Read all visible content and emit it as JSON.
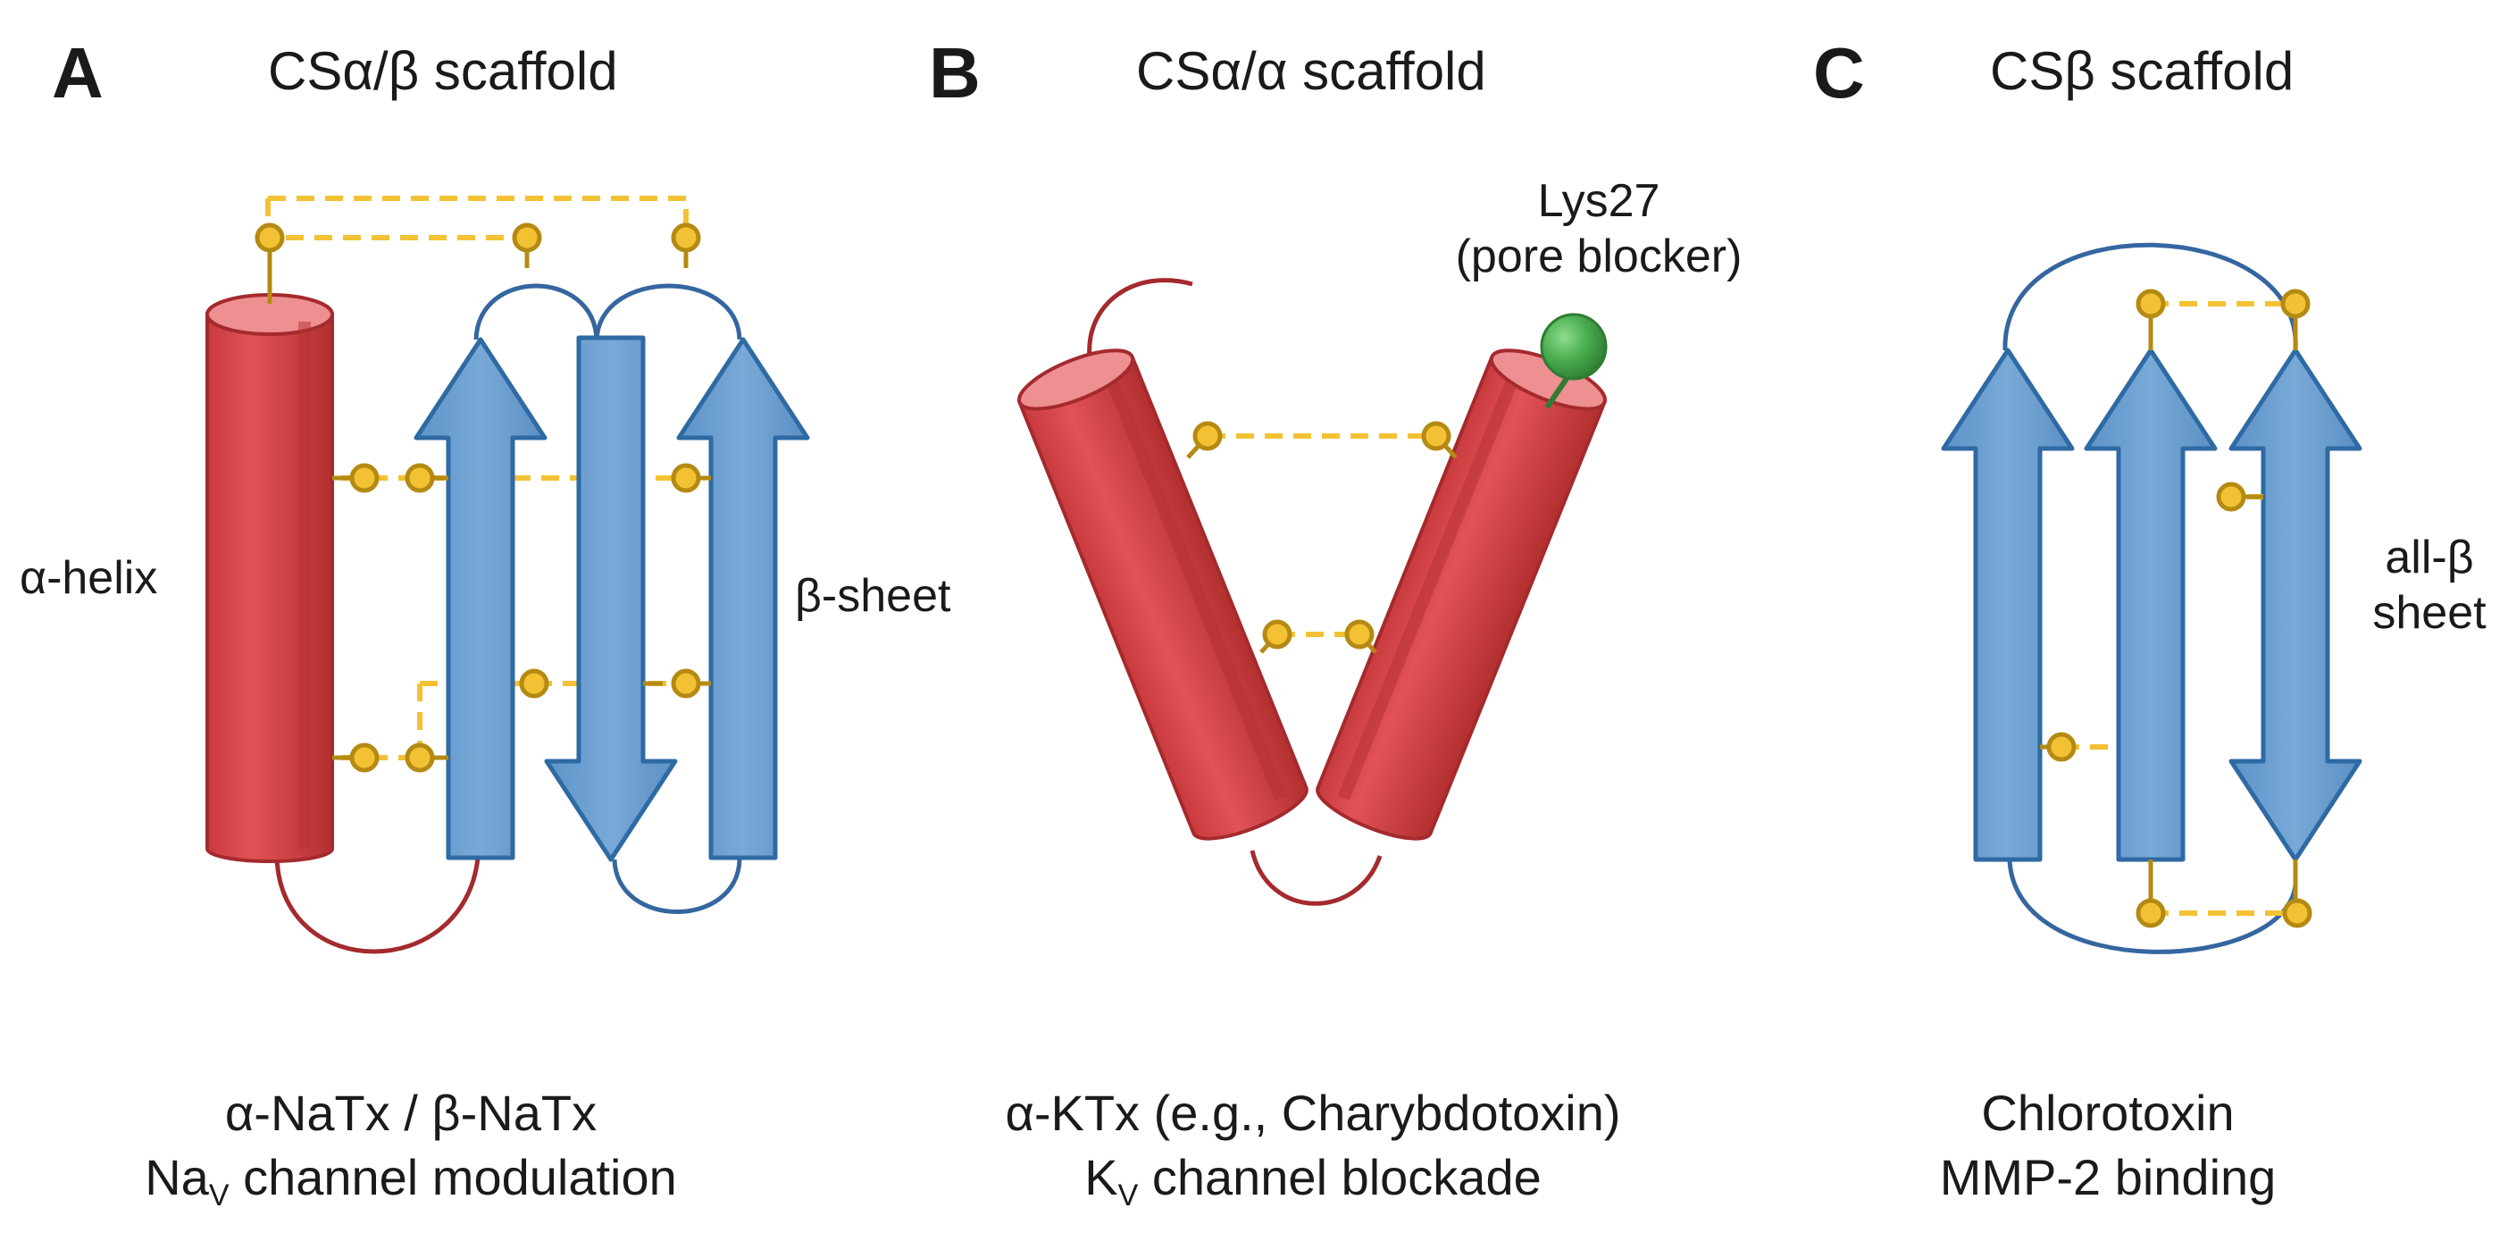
{
  "panels": [
    {
      "letter": "A",
      "title": "CSα/β scaffold",
      "left_label": "α-helix",
      "right_label": "β-sheet",
      "caption_line1": "α-NaTx / β-NaTx",
      "caption_line2_main": "Na",
      "caption_line2_sub": "V",
      "caption_line2_rest": " channel modulation"
    },
    {
      "letter": "B",
      "title": "CSα/α scaffold",
      "annotation_line1": "Lys27",
      "annotation_line2": "(pore blocker)",
      "caption_line1": "α-KTx (e.g., Charybdotoxin)",
      "caption_line2_main": "K",
      "caption_line2_sub": "V",
      "caption_line2_rest": " channel blockade"
    },
    {
      "letter": "C",
      "title": "CSβ scaffold",
      "right_label_line1": "all-β",
      "right_label_line2": "sheet",
      "caption_line1": "Chlorotoxin",
      "caption_line2": "MMP-2 binding"
    }
  ],
  "colors": {
    "helix": "#d9464a",
    "helix_dark": "#b93438",
    "helix_top": "#ee8f92",
    "strand": "#6b9fd1",
    "strand_edge": "#2e6aa3",
    "loop_blue": "#3566a0",
    "loop_red": "#a42a2e",
    "disulfide": "#f3c234",
    "disulfide_edge": "#b58a12",
    "lys": "#4caf50",
    "lys_edge": "#2e7d32"
  }
}
